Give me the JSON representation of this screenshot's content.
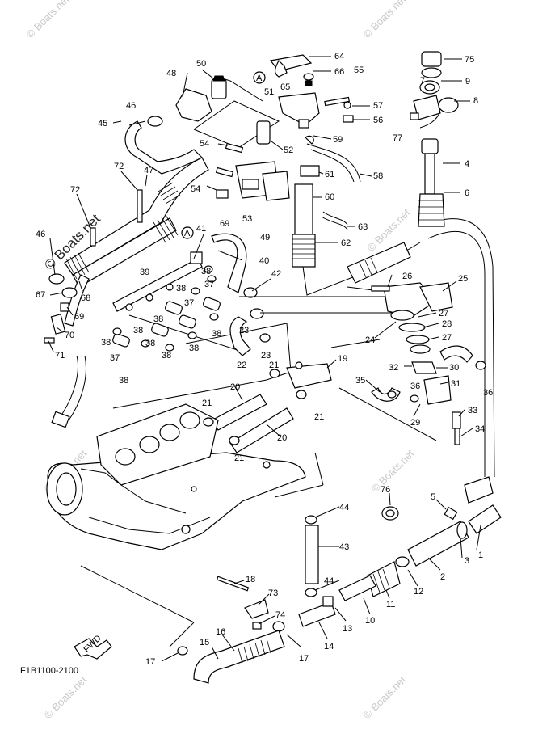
{
  "diagram": {
    "code": "F1B1100-2100",
    "fwd_label": "FWD",
    "ref_marker": "A"
  },
  "watermarks": {
    "main": "© Boats.net",
    "faint": "© Boats.net"
  },
  "callouts": {
    "c1": "1",
    "c2": "2",
    "c3": "3",
    "c4": "4",
    "c5": "5",
    "c6": "6",
    "c7": "7",
    "c8": "8",
    "c9": "9",
    "c10": "10",
    "c11": "11",
    "c12": "12",
    "c13": "13",
    "c14": "14",
    "c15": "15",
    "c16": "16",
    "c17a": "17",
    "c17b": "17",
    "c18": "18",
    "c19": "19",
    "c20a": "20",
    "c20b": "20",
    "c21a": "21",
    "c21b": "21",
    "c21c": "21",
    "c21d": "21",
    "c22": "22",
    "c23a": "23",
    "c23b": "23",
    "c24": "24",
    "c25": "25",
    "c26": "26",
    "c27a": "27",
    "c27b": "27",
    "c28": "28",
    "c29": "29",
    "c30": "30",
    "c31": "31",
    "c32": "32",
    "c33": "33",
    "c34": "34",
    "c35": "35",
    "c36a": "36",
    "c36b": "36",
    "c37a": "37",
    "c37b": "37",
    "c37c": "37",
    "c38a": "38",
    "c38b": "38",
    "c38c": "38",
    "c38d": "38",
    "c38e": "38",
    "c38f": "38",
    "c38g": "38",
    "c38h": "38",
    "c38i": "38",
    "c39": "39",
    "c40": "40",
    "c41": "41",
    "c42": "42",
    "c43": "43",
    "c44a": "44",
    "c44b": "44",
    "c45": "45",
    "c46a": "46",
    "c46b": "46",
    "c47": "47",
    "c48": "48",
    "c49": "49",
    "c50": "50",
    "c51": "51",
    "c52": "52",
    "c53": "53",
    "c54a": "54",
    "c54b": "54",
    "c55": "55",
    "c56": "56",
    "c57": "57",
    "c58": "58",
    "c59": "59",
    "c60": "60",
    "c61": "61",
    "c62": "62",
    "c63": "63",
    "c64": "64",
    "c65": "65",
    "c66": "66",
    "c67": "67",
    "c68": "68",
    "c69a": "69",
    "c69b": "69",
    "c70": "70",
    "c71": "71",
    "c72": "72",
    "c73": "73",
    "c74": "74",
    "c75": "75",
    "c76": "76",
    "c77": "77"
  }
}
